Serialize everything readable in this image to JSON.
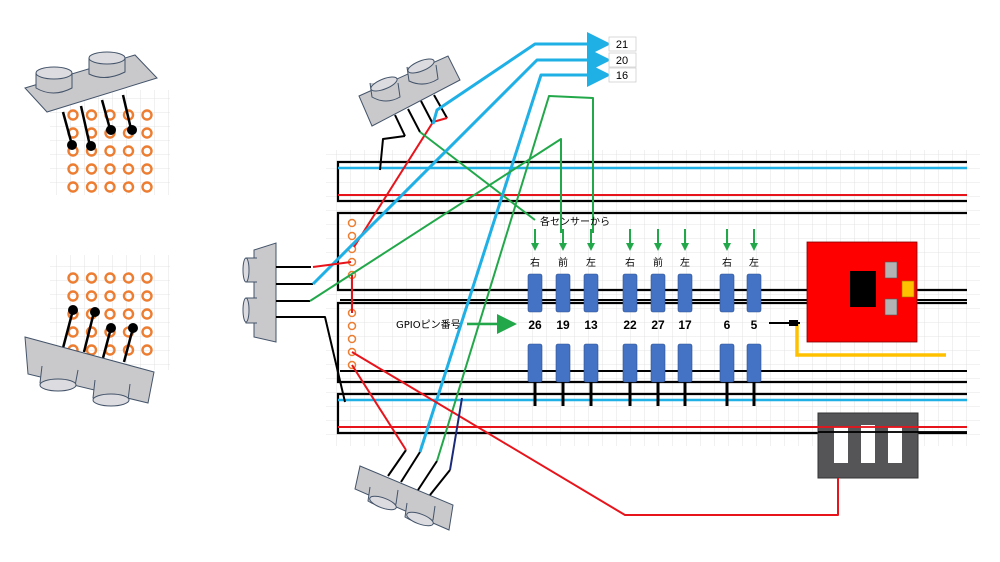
{
  "diagram": {
    "title": "Ultrasonic sensor wiring on breadboard",
    "colors": {
      "vcc_wire": "#e8141c",
      "gnd_wire": "#000000",
      "trig_wire": "#1fb0e6",
      "echo_wire": "#22a84a",
      "extra_wire": "#1a2a7a",
      "resistor": "#4472c4",
      "board_red": "#ff0000",
      "header_yellow": "#ffc000",
      "pad_orange": "#ed7d31",
      "sensor_gray": "#c9c9cc",
      "connector_gray": "#595959"
    },
    "annotations": {
      "from_sensors": "各センサーから",
      "gpio_pin_number": "GPIOピン番号"
    },
    "output_pins": [
      {
        "label": "21"
      },
      {
        "label": "20"
      },
      {
        "label": "16"
      }
    ],
    "resistor_columns": [
      {
        "direction": "右",
        "gpio": "26"
      },
      {
        "direction": "前",
        "gpio": "19"
      },
      {
        "direction": "左",
        "gpio": "13"
      },
      {
        "direction": "右",
        "gpio": "22"
      },
      {
        "direction": "前",
        "gpio": "27"
      },
      {
        "direction": "左",
        "gpio": "17"
      },
      {
        "direction": "右",
        "gpio": "6"
      },
      {
        "direction": "左",
        "gpio": "5"
      }
    ],
    "components": {
      "top_sensor": "ultrasonic-sensor",
      "left_sensor": "ultrasonic-sensor",
      "bottom_sensor": "ultrasonic-sensor",
      "module": "red-module-board",
      "connector": "pin-header-connector"
    }
  }
}
